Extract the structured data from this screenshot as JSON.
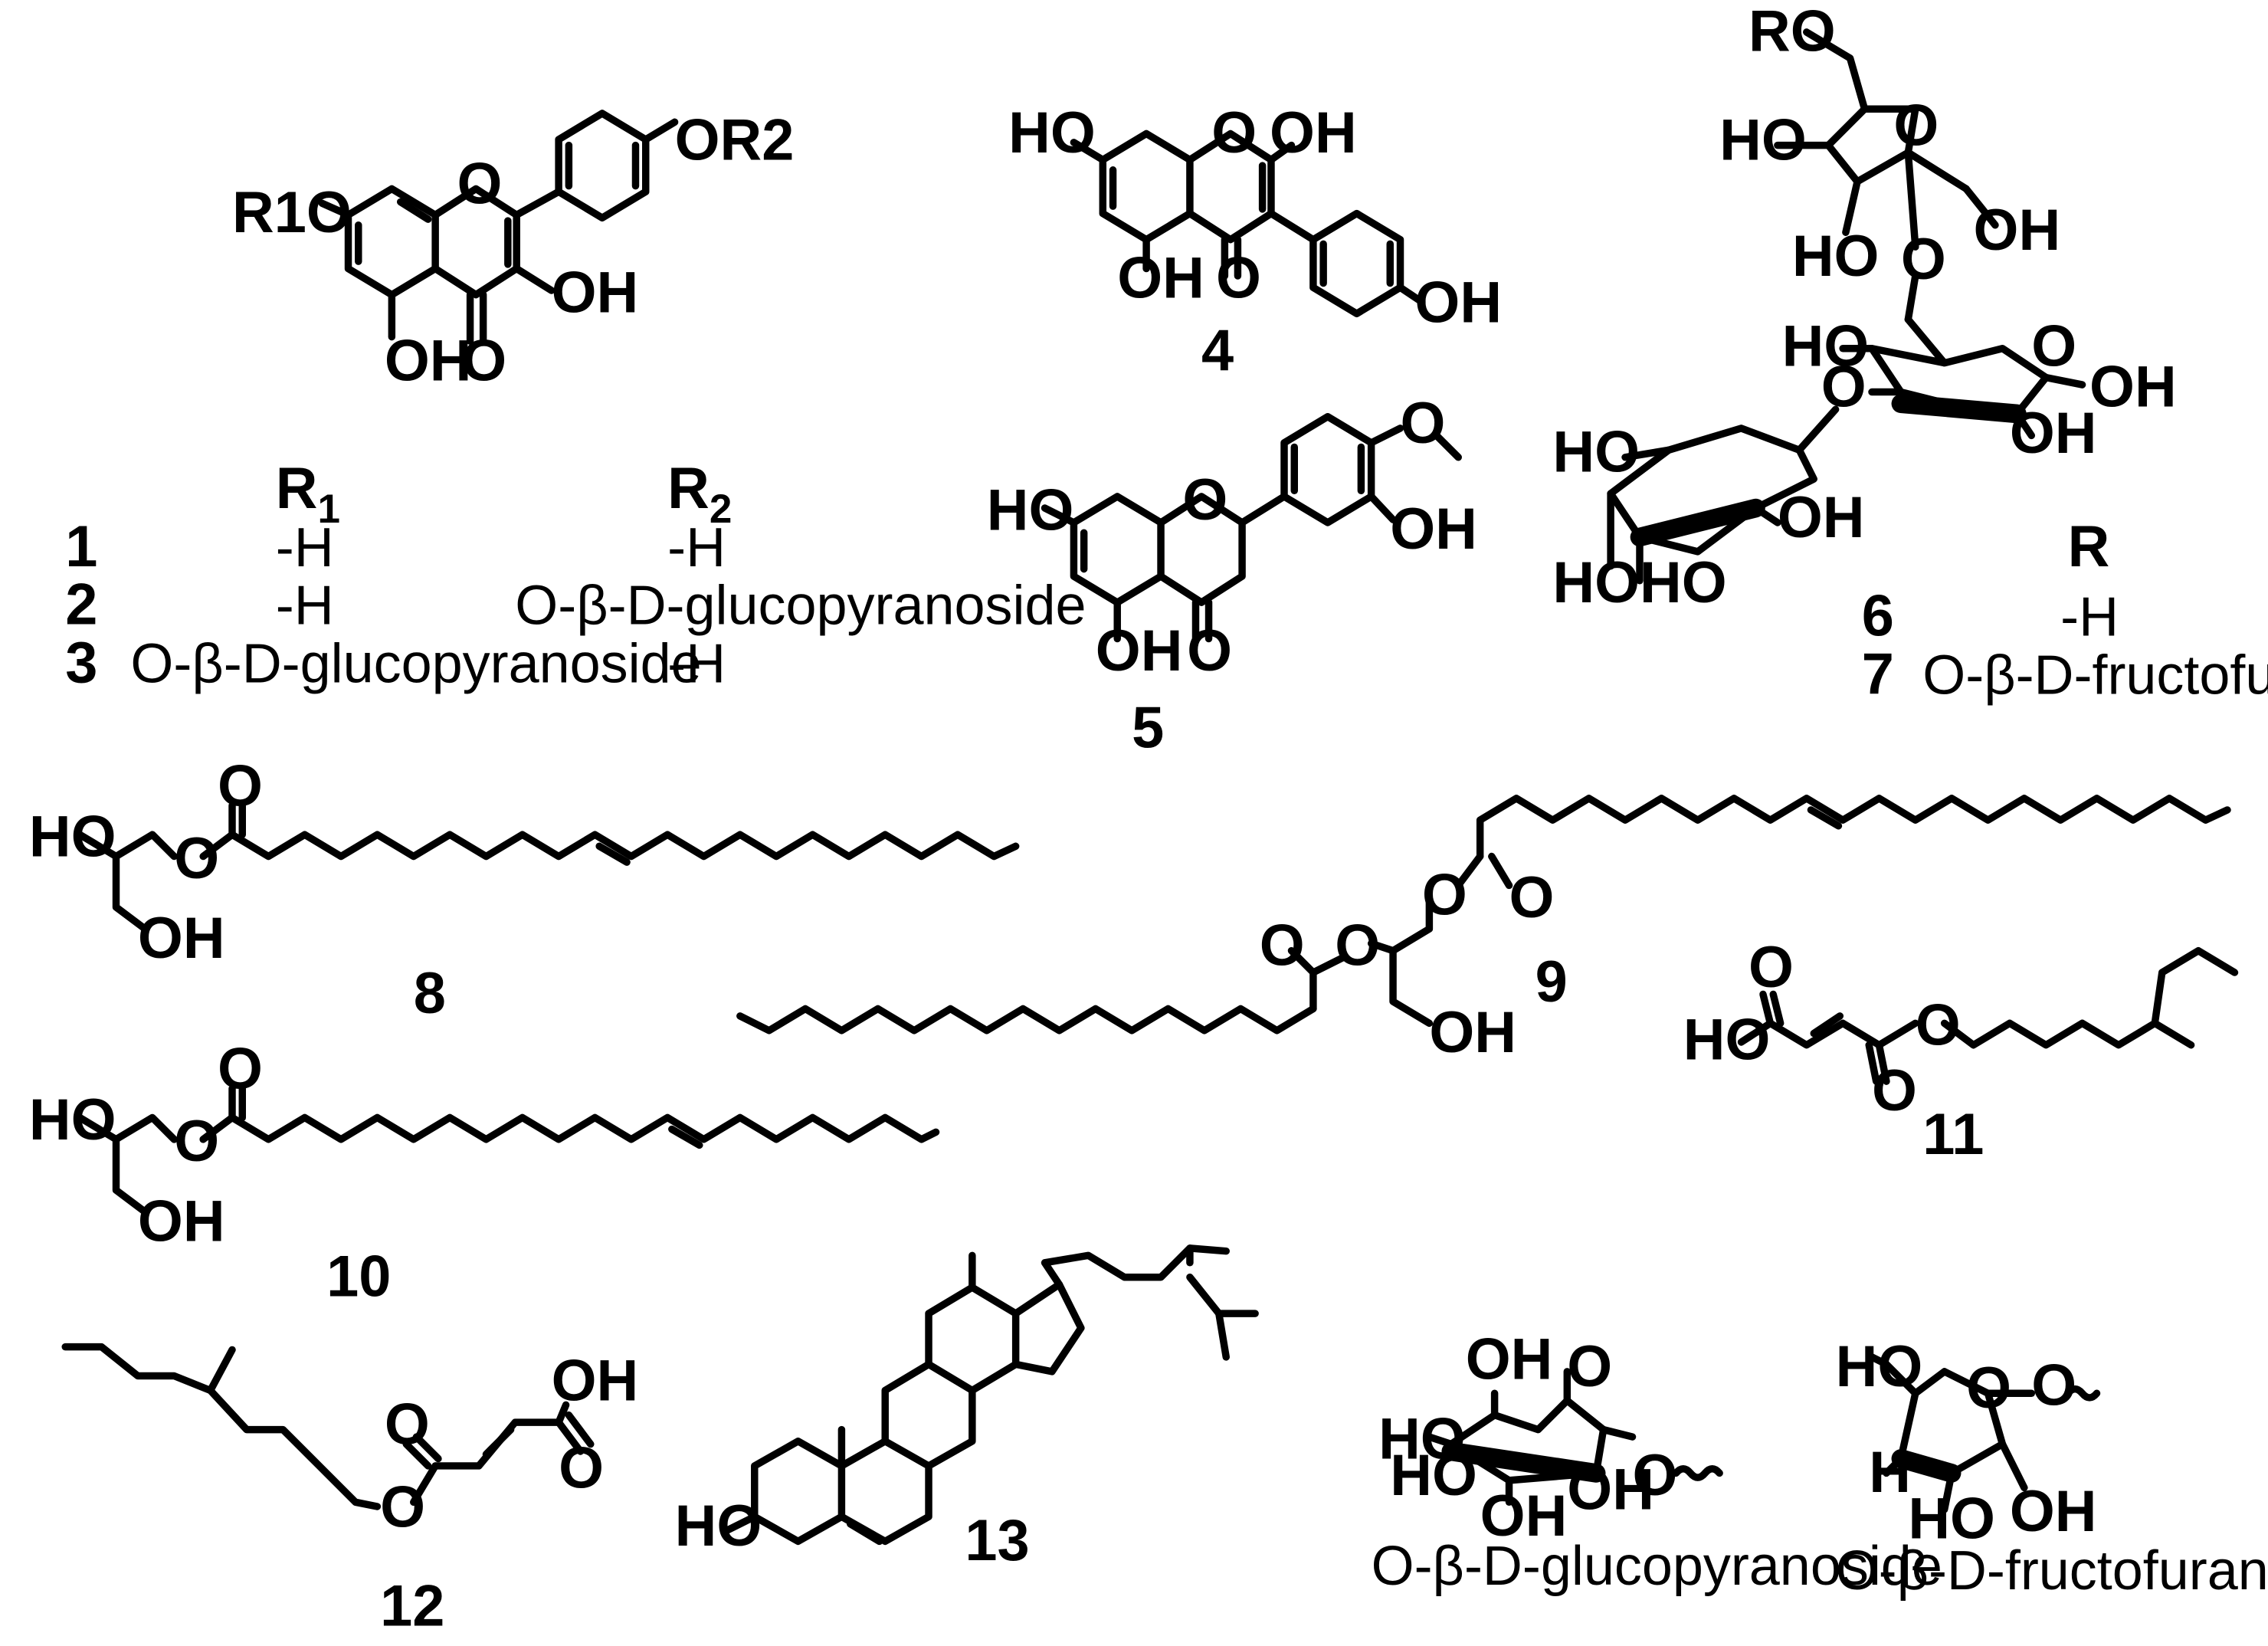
{
  "compounds": {
    "c1_3": {
      "sub_r1": "R1O",
      "sub_or2": "OR2",
      "oh_5": "OH",
      "o_4": "O",
      "oh_3": "OH",
      "o_ring": "O"
    },
    "c4": {
      "num": "4",
      "ho_7": "HO",
      "oh_2": "OH",
      "oh_5": "OH",
      "o_4": "O",
      "oh_4p": "OH",
      "o_ring": "O"
    },
    "c5": {
      "num": "5",
      "ho_7": "HO",
      "oh_5": "OH",
      "o_4": "O",
      "oh_3p": "OH",
      "o_ring": "O",
      "ome": "O"
    },
    "c6_7": {
      "ro": "RO",
      "ho_a": "HO",
      "ho_b": "HO",
      "oh_c": "OH",
      "o_fur": "O",
      "o_link": "O",
      "ho_d": "HO",
      "o_pyr": "O",
      "oh_e": "OH",
      "oh_f": "OH",
      "o_pyr2": "O",
      "ho_g": "HO",
      "oh_h": "OH",
      "hoho": "HOHO"
    },
    "c8": {
      "num": "8",
      "ho": "HO",
      "oh": "OH",
      "o_est": "O",
      "o_co": "O"
    },
    "c9": {
      "num": "9",
      "o_co1": "O",
      "o_est1": "O",
      "o_co2": "O",
      "o_est2": "O",
      "oh": "OH"
    },
    "c10": {
      "num": "10",
      "ho": "HO",
      "oh": "OH",
      "o_est": "O",
      "o_co": "O"
    },
    "c11": {
      "num": "11",
      "ho": "HO",
      "o_co1": "O",
      "o_co2": "O",
      "o_est": "O"
    },
    "c12": {
      "num": "12",
      "oh": "OH",
      "o_co1": "O",
      "o_co2": "O",
      "o_est": "O"
    },
    "c13": {
      "num": "13",
      "ho": "HO"
    }
  },
  "table_1_3": {
    "headers": [
      "R1",
      "R2"
    ],
    "rows": [
      {
        "num": "1",
        "r1": "-H",
        "r2": "-H"
      },
      {
        "num": "2",
        "r1": "-H",
        "r2": "O-β-D-glucopyranoside"
      },
      {
        "num": "3",
        "r1": "O-β-D-glucopyranoside",
        "r2": "-H"
      }
    ]
  },
  "table_6_7": {
    "header": "R",
    "rows": [
      {
        "num": "6",
        "r": "-H"
      },
      {
        "num": "7",
        "r": "O-β-D-fructofuranosyl"
      }
    ]
  },
  "substituents": {
    "glucopyranoside": {
      "label": "O-β-D-glucopyranoside",
      "oh_a": "OH",
      "ho_b": "HO",
      "ho_c": "HO",
      "oh_d": "OH",
      "oh_e": "OH",
      "o_ring": "O",
      "o_link": "O"
    },
    "fructofuranosyl": {
      "label": "O-β-D-fructofuranosyl",
      "ho": "HO",
      "h": "H",
      "ho2": "HO",
      "oh": "OH",
      "o_ring": "O",
      "o_link": "O"
    }
  }
}
